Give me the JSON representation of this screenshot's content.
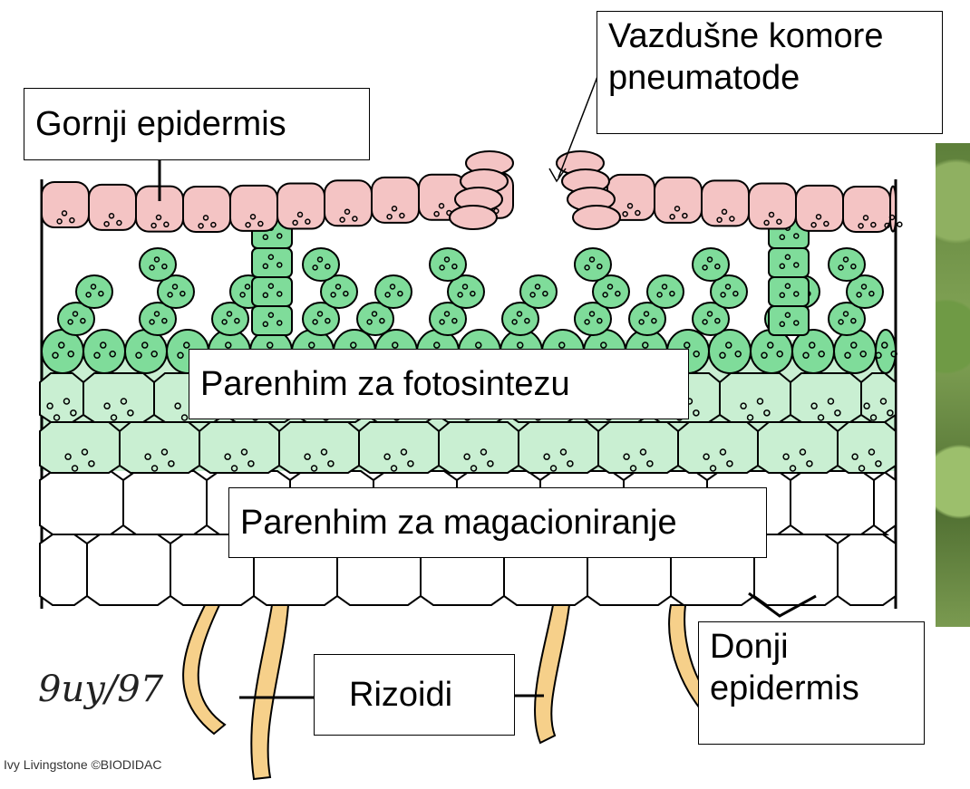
{
  "labels": {
    "air_chambers_line1": "Vazdušne komore",
    "air_chambers_line2": "pneumatode",
    "upper_epidermis": "Gornji epidermis",
    "photosynthesis": "Parenhim za fotosintezu",
    "storage": "Parenhim za magacioniranje",
    "lower_epidermis_line1": "Donji",
    "lower_epidermis_line2": "epidermis",
    "rhizoids": "Rizoidi"
  },
  "signature": "9uy/97",
  "credit": "Ivy Livingstone ©BIODIDAC",
  "colors": {
    "epidermis": "#f4c4c4",
    "chlorenchyma": "#7fdc9a",
    "photosynthetic_parenchyma": "#c9efd2",
    "storage_parenchyma": "#ffffff",
    "rhizoids": "#f6d08a",
    "outline": "#000000"
  }
}
